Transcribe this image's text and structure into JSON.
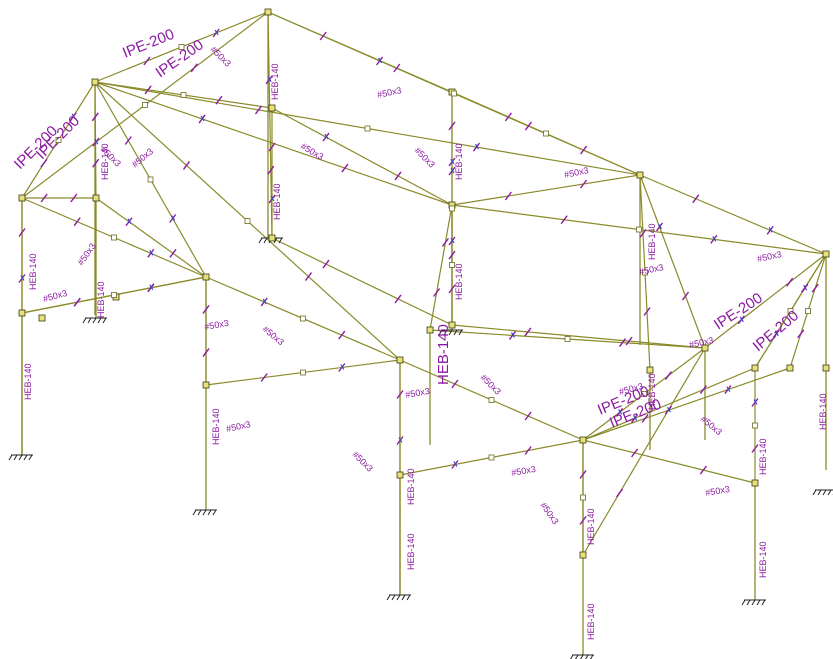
{
  "drawing": {
    "section_labels": {
      "ipe200": "IPE-200",
      "heb140": "HEB-140",
      "heb140_large": "HEB-140",
      "brace": "#50x3"
    },
    "colors": {
      "background": "#ffffff",
      "member": "#8a8a2a",
      "label": "#8b1aa0",
      "node": "#e8e07a",
      "marker_blue": "#2a4fd0"
    },
    "icons": [
      "fixed-support-icon",
      "node-icon",
      "load-marker-icon"
    ]
  }
}
